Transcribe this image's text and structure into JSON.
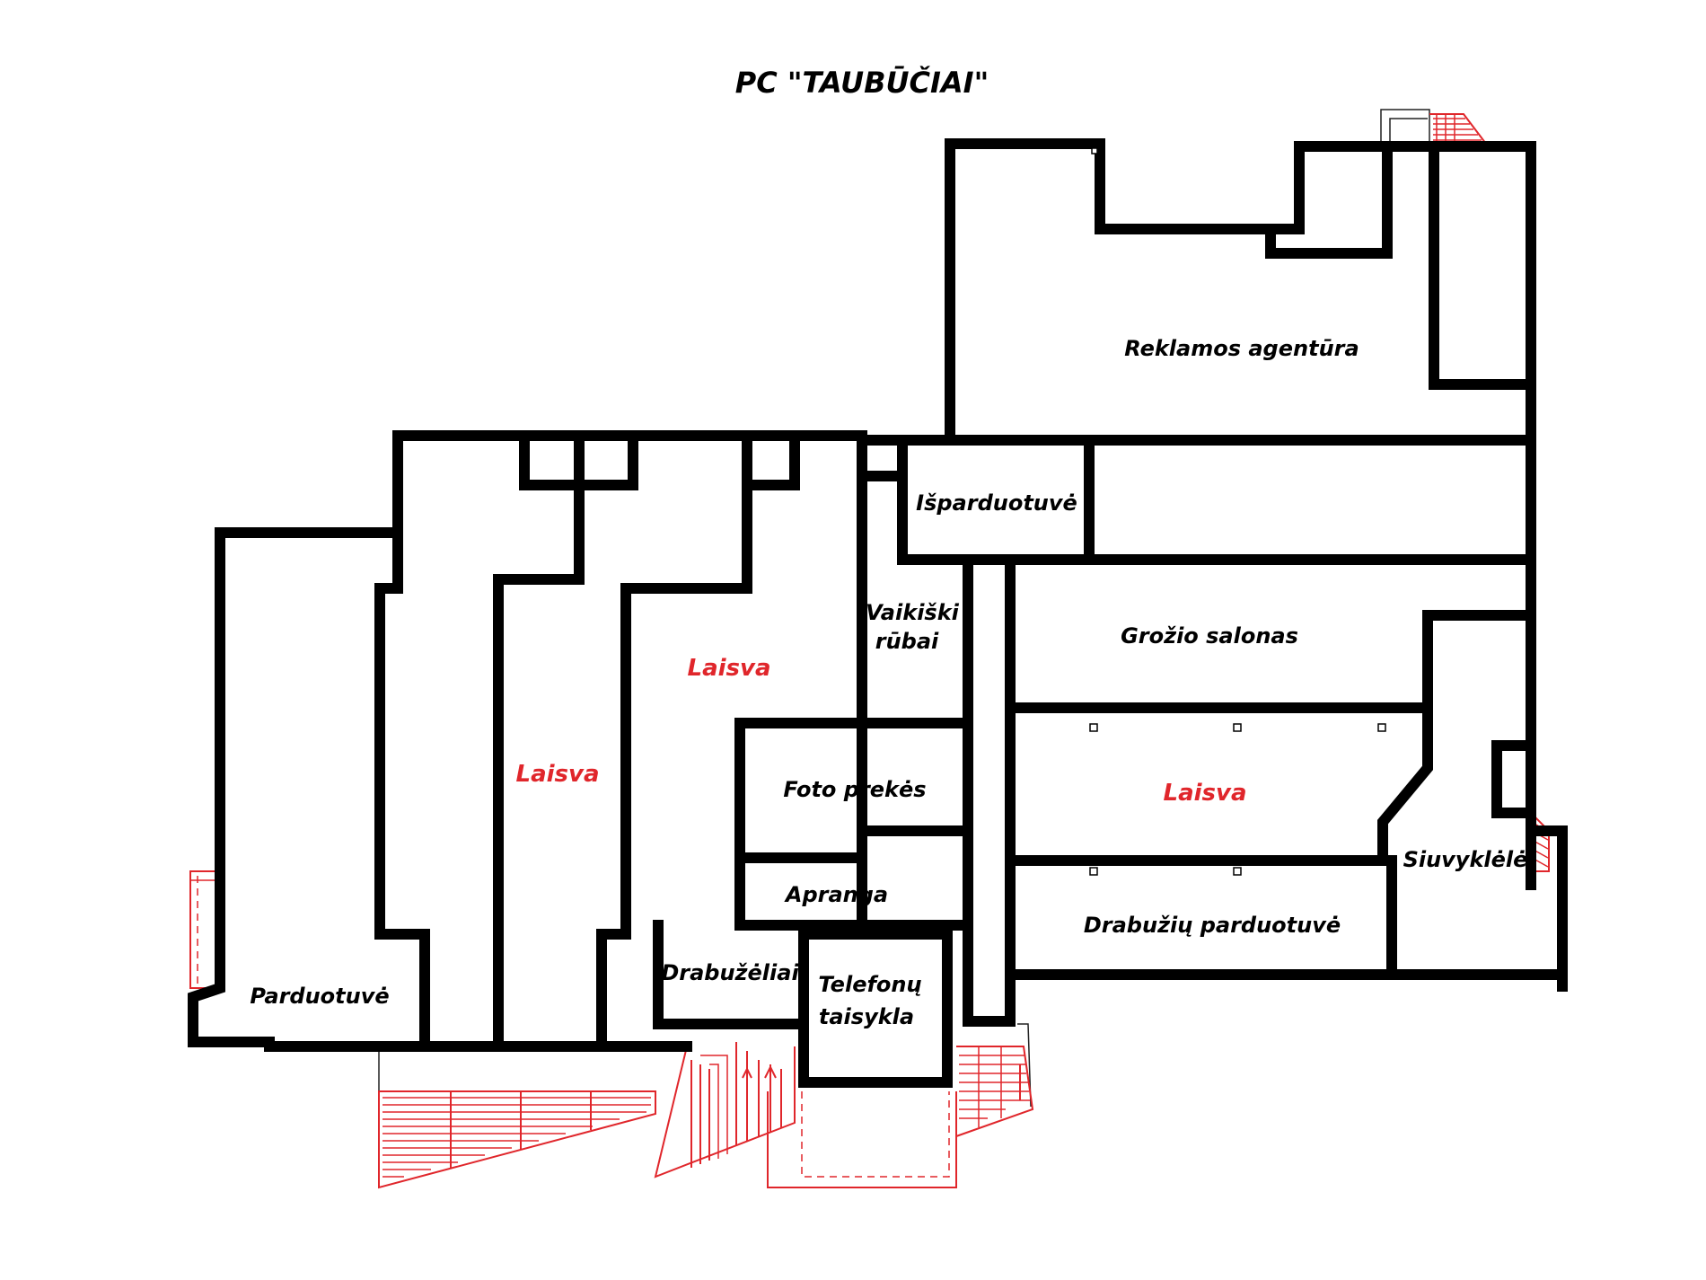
{
  "title": "PC \"TAUBŪČIAI\"",
  "colors": {
    "wall": "#000000",
    "stairs": "#e0262b",
    "free_label": "#e0262b",
    "label": "#000000",
    "background": "#ffffff"
  },
  "units": {
    "reklamos": "Reklamos agentūra",
    "isparduotuve": "Išparduotuvė",
    "vaikiski_1": "Vaikiški",
    "vaikiski_2": "rūbai",
    "grozio": "Grožio salonas",
    "laisva_right": "Laisva",
    "laisva_mid": "Laisva",
    "laisva_left": "Laisva",
    "foto": "Foto prekės",
    "apranga": "Apranga",
    "drabuzeliai": "Drabužėliai",
    "telefonu_1": "Telefonų",
    "telefonu_2": "taisykla",
    "parduotuve": "Parduotuvė",
    "drabuziu": "Drabužių parduotuvė",
    "siuvyklele": "Siuvyklėlė"
  }
}
